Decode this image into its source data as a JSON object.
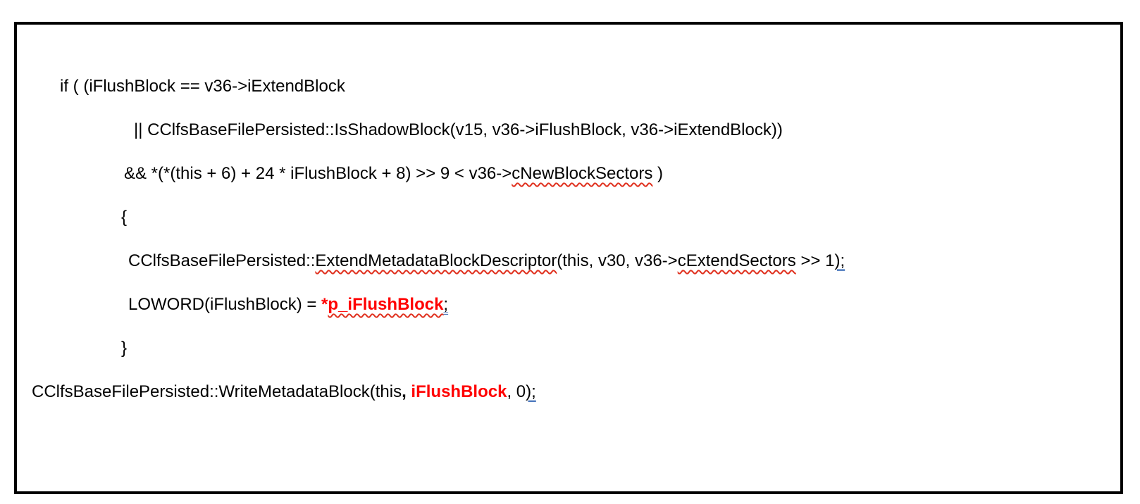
{
  "colors": {
    "text": "#000000",
    "red_bold": "#ff0000",
    "spell_underline": "#e0301e",
    "grammar_underline": "#3b6cb7",
    "frame_border": "#000000",
    "background": "#ffffff"
  },
  "code_lines": [
    {
      "segments": [
        {
          "text": "if ( (iFlushBlock == v36->iExtendBlock",
          "style": "normal"
        }
      ]
    },
    {
      "segments": [
        {
          "text": "|| CClfsBaseFilePersisted::IsShadowBlock(v15, v36->iFlushBlock, v36->iExtendBlock))",
          "style": "normal"
        }
      ]
    },
    {
      "segments": [
        {
          "text": "&& *(*(this + 6) + 24 * iFlushBlock + 8) >> 9 < v36->",
          "style": "normal"
        },
        {
          "text": "cNewBlockSectors",
          "style": "spell"
        },
        {
          "text": " )",
          "style": "normal"
        }
      ]
    },
    {
      "segments": [
        {
          "text": "{",
          "style": "normal"
        }
      ]
    },
    {
      "segments": [
        {
          "text": "CClfsBaseFilePersisted::",
          "style": "normal"
        },
        {
          "text": "ExtendMetadataBlockDescriptor",
          "style": "spell"
        },
        {
          "text": "(this, v30, v36->",
          "style": "normal"
        },
        {
          "text": "cExtendSectors",
          "style": "spell"
        },
        {
          "text": " >> 1",
          "style": "normal"
        },
        {
          "text": ");",
          "style": "grammar"
        }
      ]
    },
    {
      "segments": [
        {
          "text": "LOWORD(iFlushBlock) = ",
          "style": "normal"
        },
        {
          "text": "*",
          "style": "redbold"
        },
        {
          "text": "p_iFlushBlock",
          "style": "redbold-spell"
        },
        {
          "text": ";",
          "style": "grammar"
        }
      ]
    },
    {
      "segments": [
        {
          "text": "}",
          "style": "normal"
        }
      ]
    },
    {
      "segments": [
        {
          "text": "CClfsBaseFilePersisted::WriteMetadataBlock(this",
          "style": "normal"
        },
        {
          "text": ",",
          "style": "bold"
        },
        {
          "text": " ",
          "style": "normal"
        },
        {
          "text": "iFlushBlock",
          "style": "redbold"
        },
        {
          "text": ", 0",
          "style": "normal"
        },
        {
          "text": ");",
          "style": "grammar"
        }
      ]
    }
  ]
}
